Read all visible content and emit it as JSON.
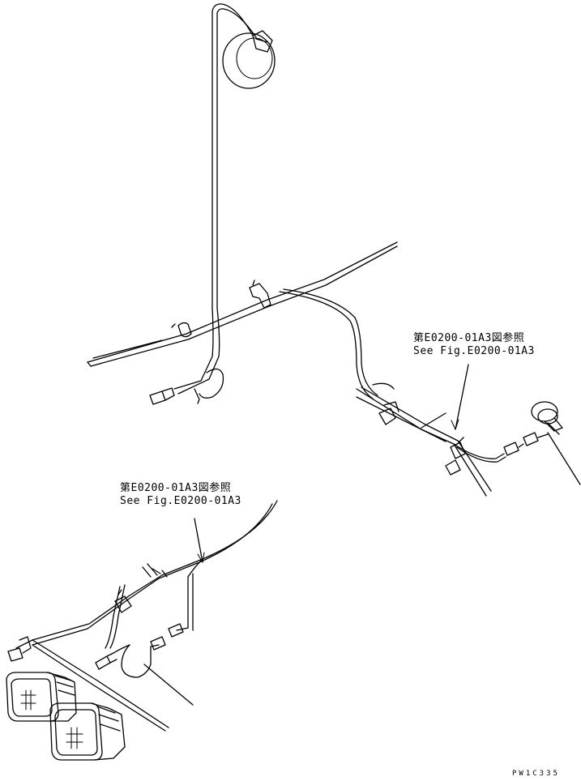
{
  "callouts": [
    {
      "jp": "第E0200-01A3図参照",
      "en": "See Fig.E0200-01A3"
    },
    {
      "jp": "第E0200-01A3図参照",
      "en": "See Fig.E0200-01A3"
    }
  ],
  "drawing_code": "PW1C335",
  "colors": {
    "line": "#000000",
    "background": "#ffffff"
  }
}
